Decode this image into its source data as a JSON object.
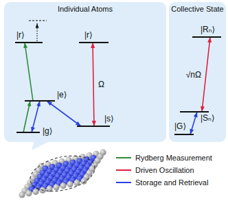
{
  "diagram": {
    "nodes": [
      {
        "text": [
          "Individual Atoms"
        ]
      },
      {
        "text": [
          "|r⟩"
        ],
        "in": 0
      },
      {
        "text": [
          "|e⟩"
        ],
        "in": 0
      },
      {
        "text": [
          "|g⟩"
        ],
        "in": 0
      },
      {
        "text": [
          "|r⟩"
        ],
        "in": 0
      },
      {
        "text": [
          "|s⟩"
        ],
        "in": 0
      },
      {
        "text": [
          "Collective State"
        ]
      },
      {
        "text": [
          "|Rₙ⟩"
        ],
        "in": 6
      },
      {
        "text": [
          "|Sₙ⟩"
        ],
        "in": 6
      },
      {
        "text": [
          "|G⟩"
        ],
        "in": 6
      }
    ],
    "edges": [
      {
        "from": 3,
        "to": 2,
        "arrow": "to"
      },
      {
        "from": 2,
        "to": 1,
        "arrow": "to"
      },
      {
        "from": 3,
        "to": 2,
        "arrow": "both"
      },
      {
        "from": 2,
        "to": 5,
        "arrow": "both"
      },
      {
        "from": 5,
        "to": 4,
        "label": "Ω",
        "arrow": "both"
      },
      {
        "from": 8,
        "to": 7,
        "label": "√nΩ",
        "arrow": "both"
      },
      {
        "from": 9,
        "to": 8,
        "arrow": "both"
      }
    ],
    "legend": [
      {
        "text": "Rydberg Measurement"
      },
      {
        "text": "Driven Oscillation"
      },
      {
        "text": "Storage and Retrieval"
      }
    ]
  }
}
